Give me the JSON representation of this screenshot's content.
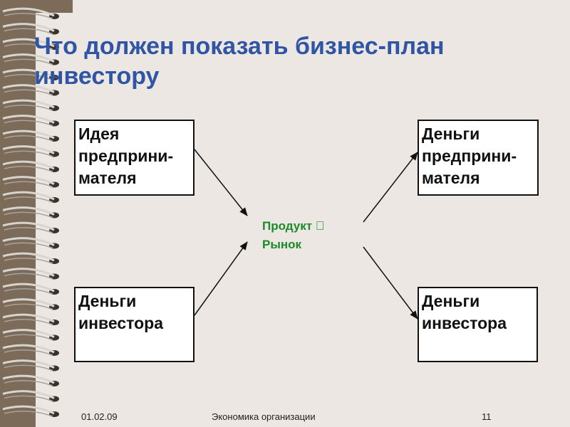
{
  "slide": {
    "title": "Что должен показать бизнес-план инвестору"
  },
  "diagram": {
    "boxes": {
      "idea": "Идея\nпредприни-\nмателя",
      "money_entrepreneur": "Деньги\nпредприни-\nмателя",
      "money_investor_left": "Деньги\nинвестора",
      "money_investor_right": "Деньги\nинвестора"
    },
    "center": "Продукт \nРынок",
    "colors": {
      "title": "#2f55a4",
      "center_text": "#1a8a2a",
      "background": "#ece7e2",
      "spine": "#7b6b58"
    }
  },
  "footer": {
    "date": "01.02.09",
    "center": "Экономика организации",
    "page_number": "11"
  }
}
